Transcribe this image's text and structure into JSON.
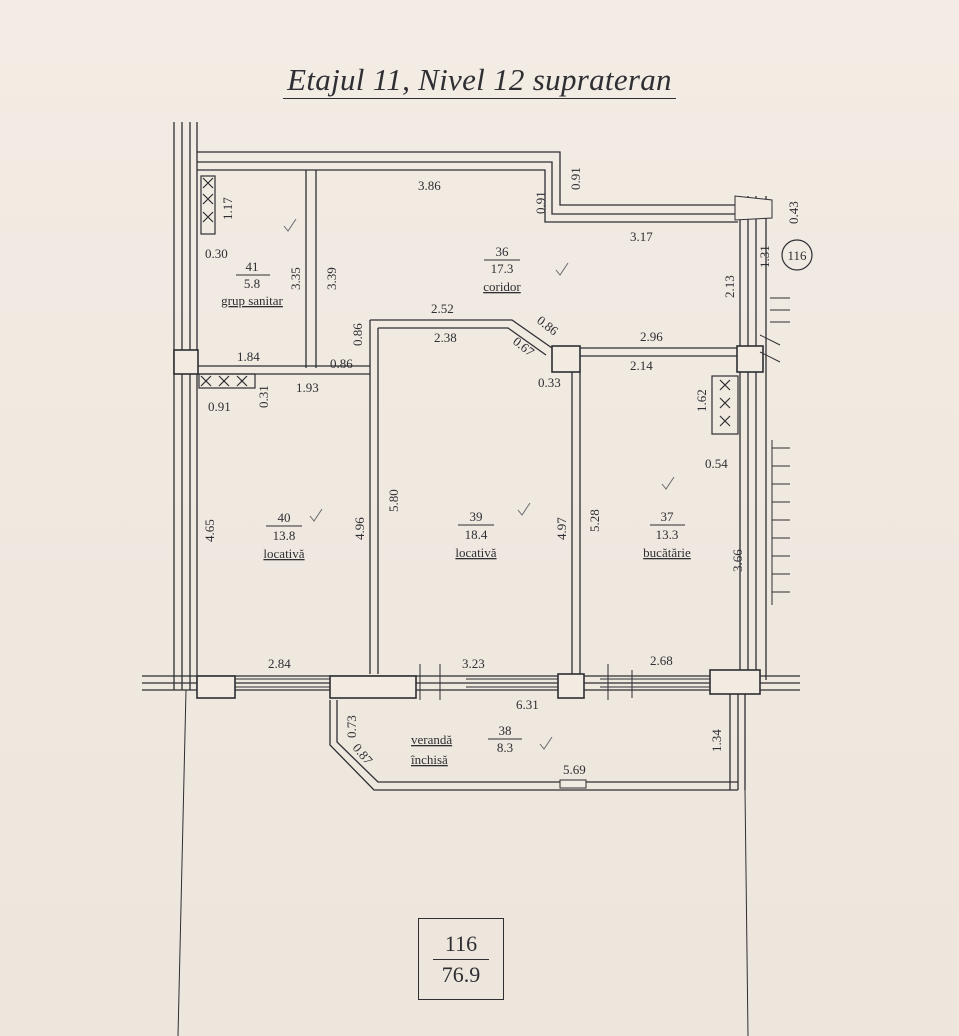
{
  "title": "Etajul 11, Nivel 12 suprateran",
  "apartment_tag": "116",
  "totals": {
    "number": "116",
    "area": "76.9"
  },
  "rooms": [
    {
      "id": "41",
      "number": "41",
      "area": "5.8",
      "name": "grup sanitar"
    },
    {
      "id": "36",
      "number": "36",
      "area": "17.3",
      "name": "coridor"
    },
    {
      "id": "40",
      "number": "40",
      "area": "13.8",
      "name": "locativă"
    },
    {
      "id": "39",
      "number": "39",
      "area": "18.4",
      "name": "locativă"
    },
    {
      "id": "37",
      "number": "37",
      "area": "13.3",
      "name": "bucătărie"
    },
    {
      "id": "38",
      "number": "38",
      "area": "8.3",
      "name": "verandă",
      "name2": "închisă"
    }
  ],
  "dimensions": {
    "d_1_17": "1.17",
    "d_0_30": "0.30",
    "d_3_86": "3.86",
    "d_0_91a": "0.91",
    "d_0_91b": "0.91",
    "d_0_43": "0.43",
    "d_3_17": "3.17",
    "d_1_31": "1.31",
    "d_2_13": "2.13",
    "d_3_35": "3.35",
    "d_3_39": "3.39",
    "d_2_52": "2.52",
    "d_2_38": "2.38",
    "d_0_86a": "0.86",
    "d_0_86b": "0.86",
    "d_0_67": "0.67",
    "d_2_96": "2.96",
    "d_2_14": "2.14",
    "d_1_84": "1.84",
    "d_0_86c": "0.86",
    "d_1_93": "1.93",
    "d_0_31": "0.31",
    "d_0_91c": "0.91",
    "d_0_33": "0.33",
    "d_1_62": "1.62",
    "d_0_54": "0.54",
    "d_4_65": "4.65",
    "d_4_96": "4.96",
    "d_5_80": "5.80",
    "d_4_97": "4.97",
    "d_5_28": "5.28",
    "d_3_66": "3.66",
    "d_2_84": "2.84",
    "d_3_23": "3.23",
    "d_2_68": "2.68",
    "d_6_31": "6.31",
    "d_0_73": "0.73",
    "d_0_87": "0.87",
    "d_5_69": "5.69",
    "d_1_34": "1.34"
  }
}
